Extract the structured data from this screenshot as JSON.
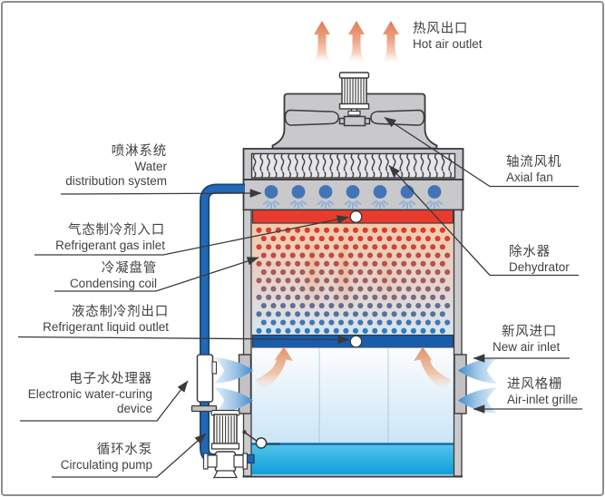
{
  "labels": {
    "hot_air": {
      "zh": "热风出口",
      "en": "Hot air outlet"
    },
    "water_dist": {
      "zh": "喷淋系统",
      "en1": "Water",
      "en2": "distribution system"
    },
    "gas_inlet": {
      "zh": "气态制冷剂入口",
      "en": "Refrigerant gas inlet"
    },
    "condensing": {
      "zh": "冷凝盘管",
      "en": "Condensing coil"
    },
    "liquid_outlet": {
      "zh": "液态制冷剂出口",
      "en": "Refrigerant liquid outlet"
    },
    "water_device": {
      "zh": "电子水处理器",
      "en1": "Electronic water-curing",
      "en2": "device"
    },
    "pump": {
      "zh": "循环水泵",
      "en": "Circulating pump"
    },
    "axial_fan": {
      "zh": "轴流风机",
      "en": "Axial fan"
    },
    "dehydrator": {
      "zh": "除水器",
      "en": "Dehydrator"
    },
    "new_air": {
      "zh": "新风进口",
      "en": "New air inlet"
    },
    "grille": {
      "zh": "进风格栅",
      "en": "Air-inlet grille"
    }
  },
  "colors": {
    "outline": "#3a3a3c",
    "gray_fill": "#c9c9cb",
    "red_bar": "#e93b2d",
    "blue_bar": "#1a5cac",
    "nozzle_blue": "#4374b8",
    "spray_blue": "#8fb2d8",
    "pipe_blue": "#2268b4",
    "pipe_dark": "#14467e",
    "water_top": "#55c4ec",
    "water_bottom": "#0d9fd9",
    "water_line": "#0b63a8",
    "hot_arrow_orange": "#dd7a55",
    "air_arrow_blue": "#3f8bcc",
    "dot_red": "#e13928",
    "dot_mid": "#96616c",
    "dot_blue": "#2b7cc2",
    "text": "#424244"
  }
}
